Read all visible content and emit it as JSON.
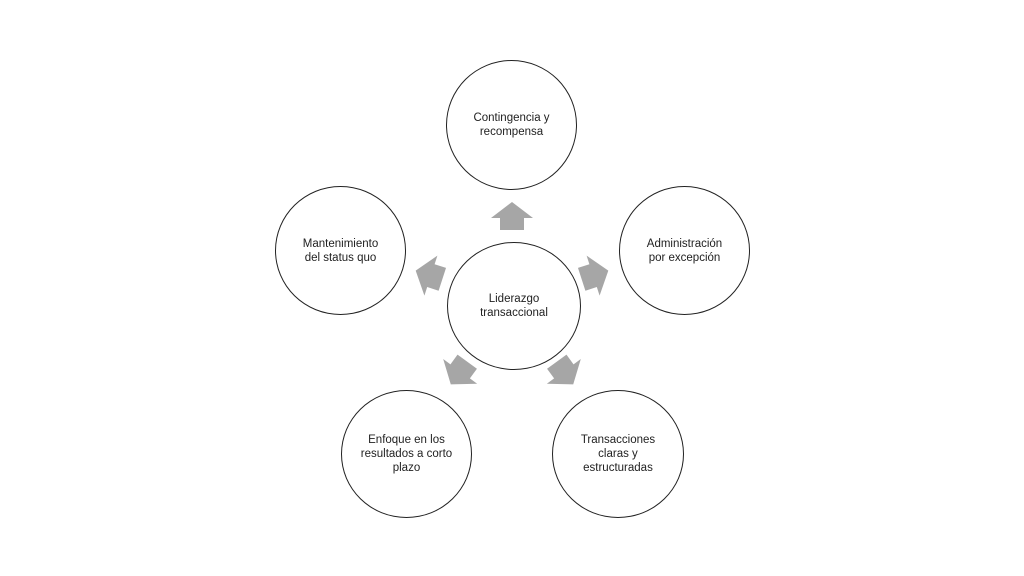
{
  "diagram": {
    "center": {
      "label": "Liderazgo\ntransaccional"
    },
    "nodes": [
      {
        "id": "top",
        "label": "Contingencia y\nrecompensa"
      },
      {
        "id": "right",
        "label": "Administración\npor excepción"
      },
      {
        "id": "left",
        "label": "Mantenimiento\ndel status quo"
      },
      {
        "id": "botleft",
        "label": "Enfoque en los\nresultados a corto\nplazo"
      },
      {
        "id": "botright",
        "label": "Transacciones\nclaras y\nestructuradas"
      }
    ]
  },
  "colors": {
    "circle_stroke": "#222222",
    "arrow_fill": "#a6a6a6",
    "text": "#222222",
    "background": "#ffffff"
  }
}
